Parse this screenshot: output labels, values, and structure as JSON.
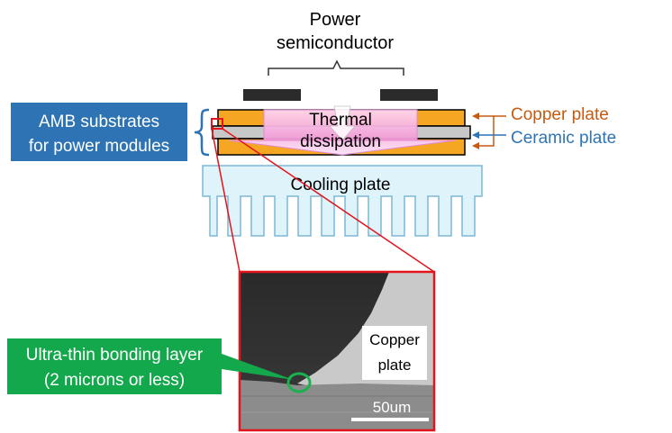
{
  "title": {
    "line1": "Power",
    "line2": "semiconductor"
  },
  "left_label": {
    "line1": "AMB substrates",
    "line2": "for power modules"
  },
  "right_labels": {
    "copper": "Copper plate",
    "ceramic": "Ceramic plate"
  },
  "center_label": {
    "line1": "Thermal",
    "line2": "dissipation"
  },
  "cooling_label": "Cooling plate",
  "micrograph": {
    "copper_line1": "Copper",
    "copper_line2": "plate",
    "scale_label": "50um"
  },
  "callout": {
    "line1": "Ultra-thin bonding layer",
    "line2": "(2 microns or less)"
  },
  "colors": {
    "copper": "#f5a623",
    "copper_outline": "#000000",
    "ceramic": "#c8c8c8",
    "cooling": "#dff3fb",
    "cooling_outline": "#7fb8d6",
    "thermal_pink": "#f7b6e4",
    "blue_box": "#2e74b5",
    "orange_text": "#c55a11",
    "blue_text": "#2e74b5",
    "red": "#e3141b",
    "green_box": "#12a84b",
    "green_circle": "#19b24e"
  }
}
